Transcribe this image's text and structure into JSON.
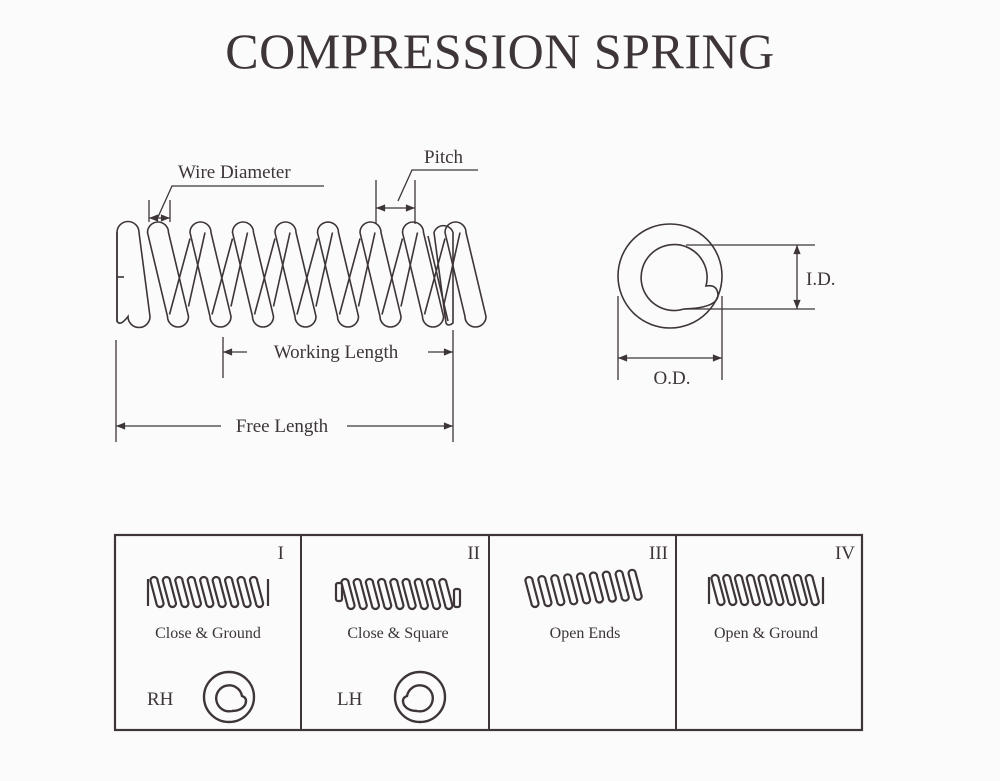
{
  "title": "COMPRESSION SPRING",
  "main_diagram": {
    "wire_diameter_label": "Wire Diameter",
    "pitch_label": "Pitch",
    "working_length_label": "Working Length",
    "free_length_label": "Free Length",
    "id_label": "I.D.",
    "od_label": "O.D."
  },
  "end_types": [
    {
      "numeral": "I",
      "label": "Close & Ground",
      "hand": "RH"
    },
    {
      "numeral": "II",
      "label": "Close & Square",
      "hand": "LH"
    },
    {
      "numeral": "III",
      "label": "Open Ends",
      "hand": ""
    },
    {
      "numeral": "IV",
      "label": "Open & Ground",
      "hand": ""
    }
  ],
  "colors": {
    "ink": "#3d3538",
    "background": "#fbfbfb"
  }
}
